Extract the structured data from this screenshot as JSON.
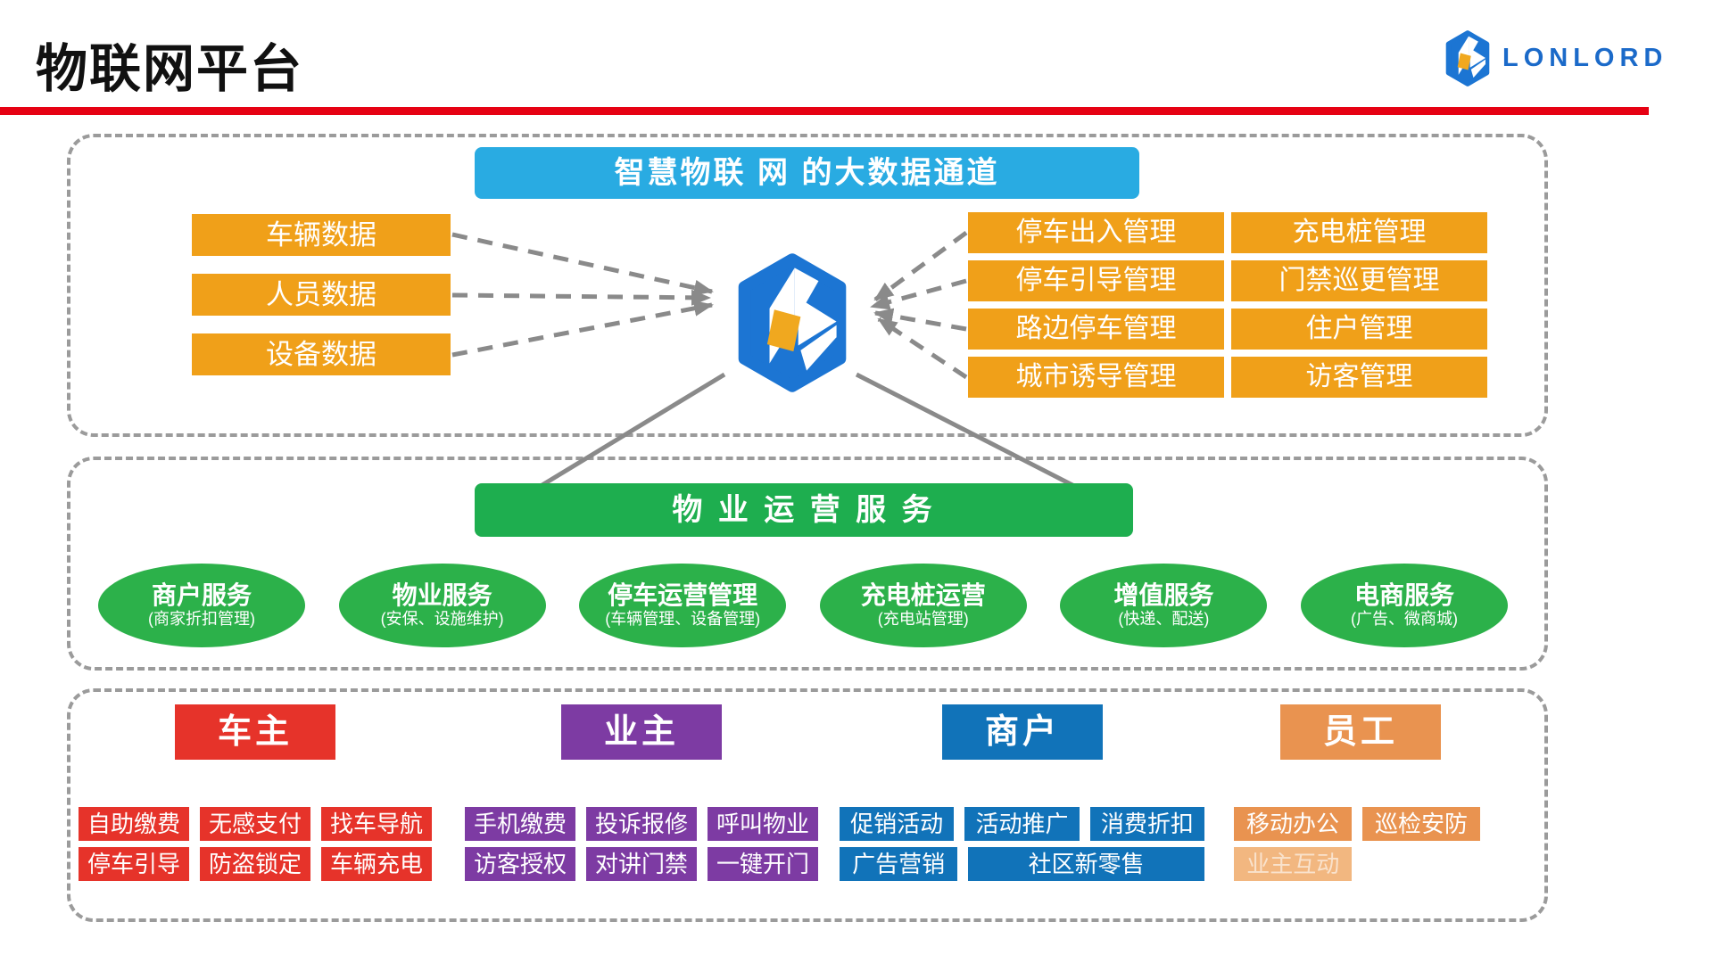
{
  "slide_title": "物联网平台",
  "brand": {
    "name": "LONLORD",
    "logo_blue": "#1B6AC9",
    "hexagon_blue": "#1C75D3",
    "hexagon_orange": "#F0A81F"
  },
  "iot_channel": {
    "header": "智慧物联 网 的大数据通道",
    "header_bg": "#29ABE2",
    "module_box_bg": "#F0A019",
    "data_sources": [
      "车辆数据",
      "人员数据",
      "设备数据"
    ],
    "management_modules_col1": [
      "停车出入管理",
      "停车引导管理",
      "路边停车管理",
      "城市诱导管理"
    ],
    "management_modules_col2": [
      "充电桩管理",
      "门禁巡更管理",
      "住户管理",
      "访客管理"
    ]
  },
  "property_services": {
    "header": "物 业 运 营 服 务",
    "header_bg": "#1EAE4F",
    "ellipse_bg": "#2CB14A",
    "services": [
      {
        "name": "商户服务",
        "detail": "(商家折扣管理)"
      },
      {
        "name": "物业服务",
        "detail": "(安保、设施维护)"
      },
      {
        "name": "停车运营管理",
        "detail": "(车辆管理、设备管理)"
      },
      {
        "name": "充电桩运营",
        "detail": "(充电站管理)"
      },
      {
        "name": "增值服务",
        "detail": "(快递、配送)"
      },
      {
        "name": "电商服务",
        "detail": "(广告、微商城)"
      }
    ]
  },
  "user_groups": [
    {
      "name": "车主",
      "color": "#E6332A",
      "rows": [
        [
          "自助缴费",
          "无感支付",
          "找车导航"
        ],
        [
          "停车引导",
          "防盗锁定",
          "车辆充电"
        ]
      ]
    },
    {
      "name": "业主",
      "color": "#7D3BA3",
      "rows": [
        [
          "手机缴费",
          "投诉报修",
          "呼叫物业"
        ],
        [
          "访客授权",
          "对讲门禁",
          "一键开门"
        ]
      ]
    },
    {
      "name": "商户",
      "color": "#1173B9",
      "rows": [
        [
          "促销活动",
          "活动推广",
          "消费折扣"
        ],
        [
          "广告营销",
          {
            "label": "社区新零售",
            "wide": true
          }
        ]
      ]
    },
    {
      "name": "员工",
      "color": "#E99350",
      "muted_color": "#F2B780",
      "rows": [
        [
          "移动办公",
          "巡检安防"
        ],
        [
          {
            "label": "业主互动",
            "muted": true
          }
        ]
      ]
    }
  ],
  "colors": {
    "title_text": "#111111",
    "rule_red": "#E60113",
    "dashed_border_gray": "#9B9B9B",
    "connector_gray": "#8A8A8A",
    "box_text_white": "#FFFFFF"
  }
}
